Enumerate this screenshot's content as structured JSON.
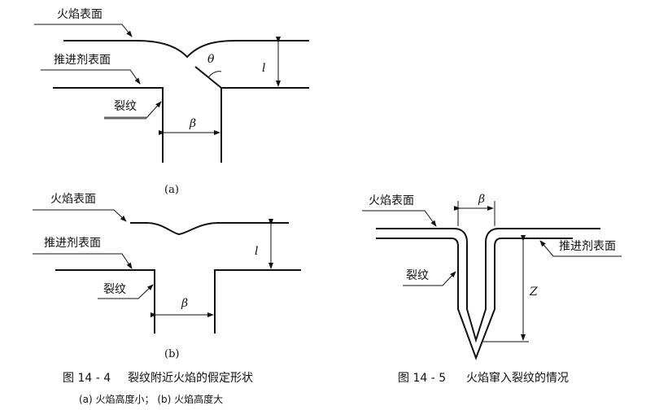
{
  "fig_a": {
    "flame_surface": "火焰表面",
    "propellant_surface": "推进剂表面",
    "crack": "裂纹",
    "theta": "θ",
    "l": "l",
    "beta": "β",
    "sublabel": "(a)"
  },
  "fig_b": {
    "flame_surface": "火焰表面",
    "propellant_surface": "推进剂表面",
    "crack": "裂纹",
    "l": "l",
    "beta": "β",
    "sublabel": "(b)"
  },
  "fig_c": {
    "flame_surface": "火焰表面",
    "propellant_surface": "推进剂表面",
    "crack": "裂纹",
    "beta": "β",
    "z": "Z"
  },
  "caption_144": {
    "number": "图 14 - 4",
    "title": "裂纹附近火焰的假定形状",
    "sub": "(a) 火焰高度小； (b) 火焰高度大"
  },
  "caption_145": {
    "number": "图 14 - 5",
    "title": "火焰窜入裂纹的情况"
  }
}
